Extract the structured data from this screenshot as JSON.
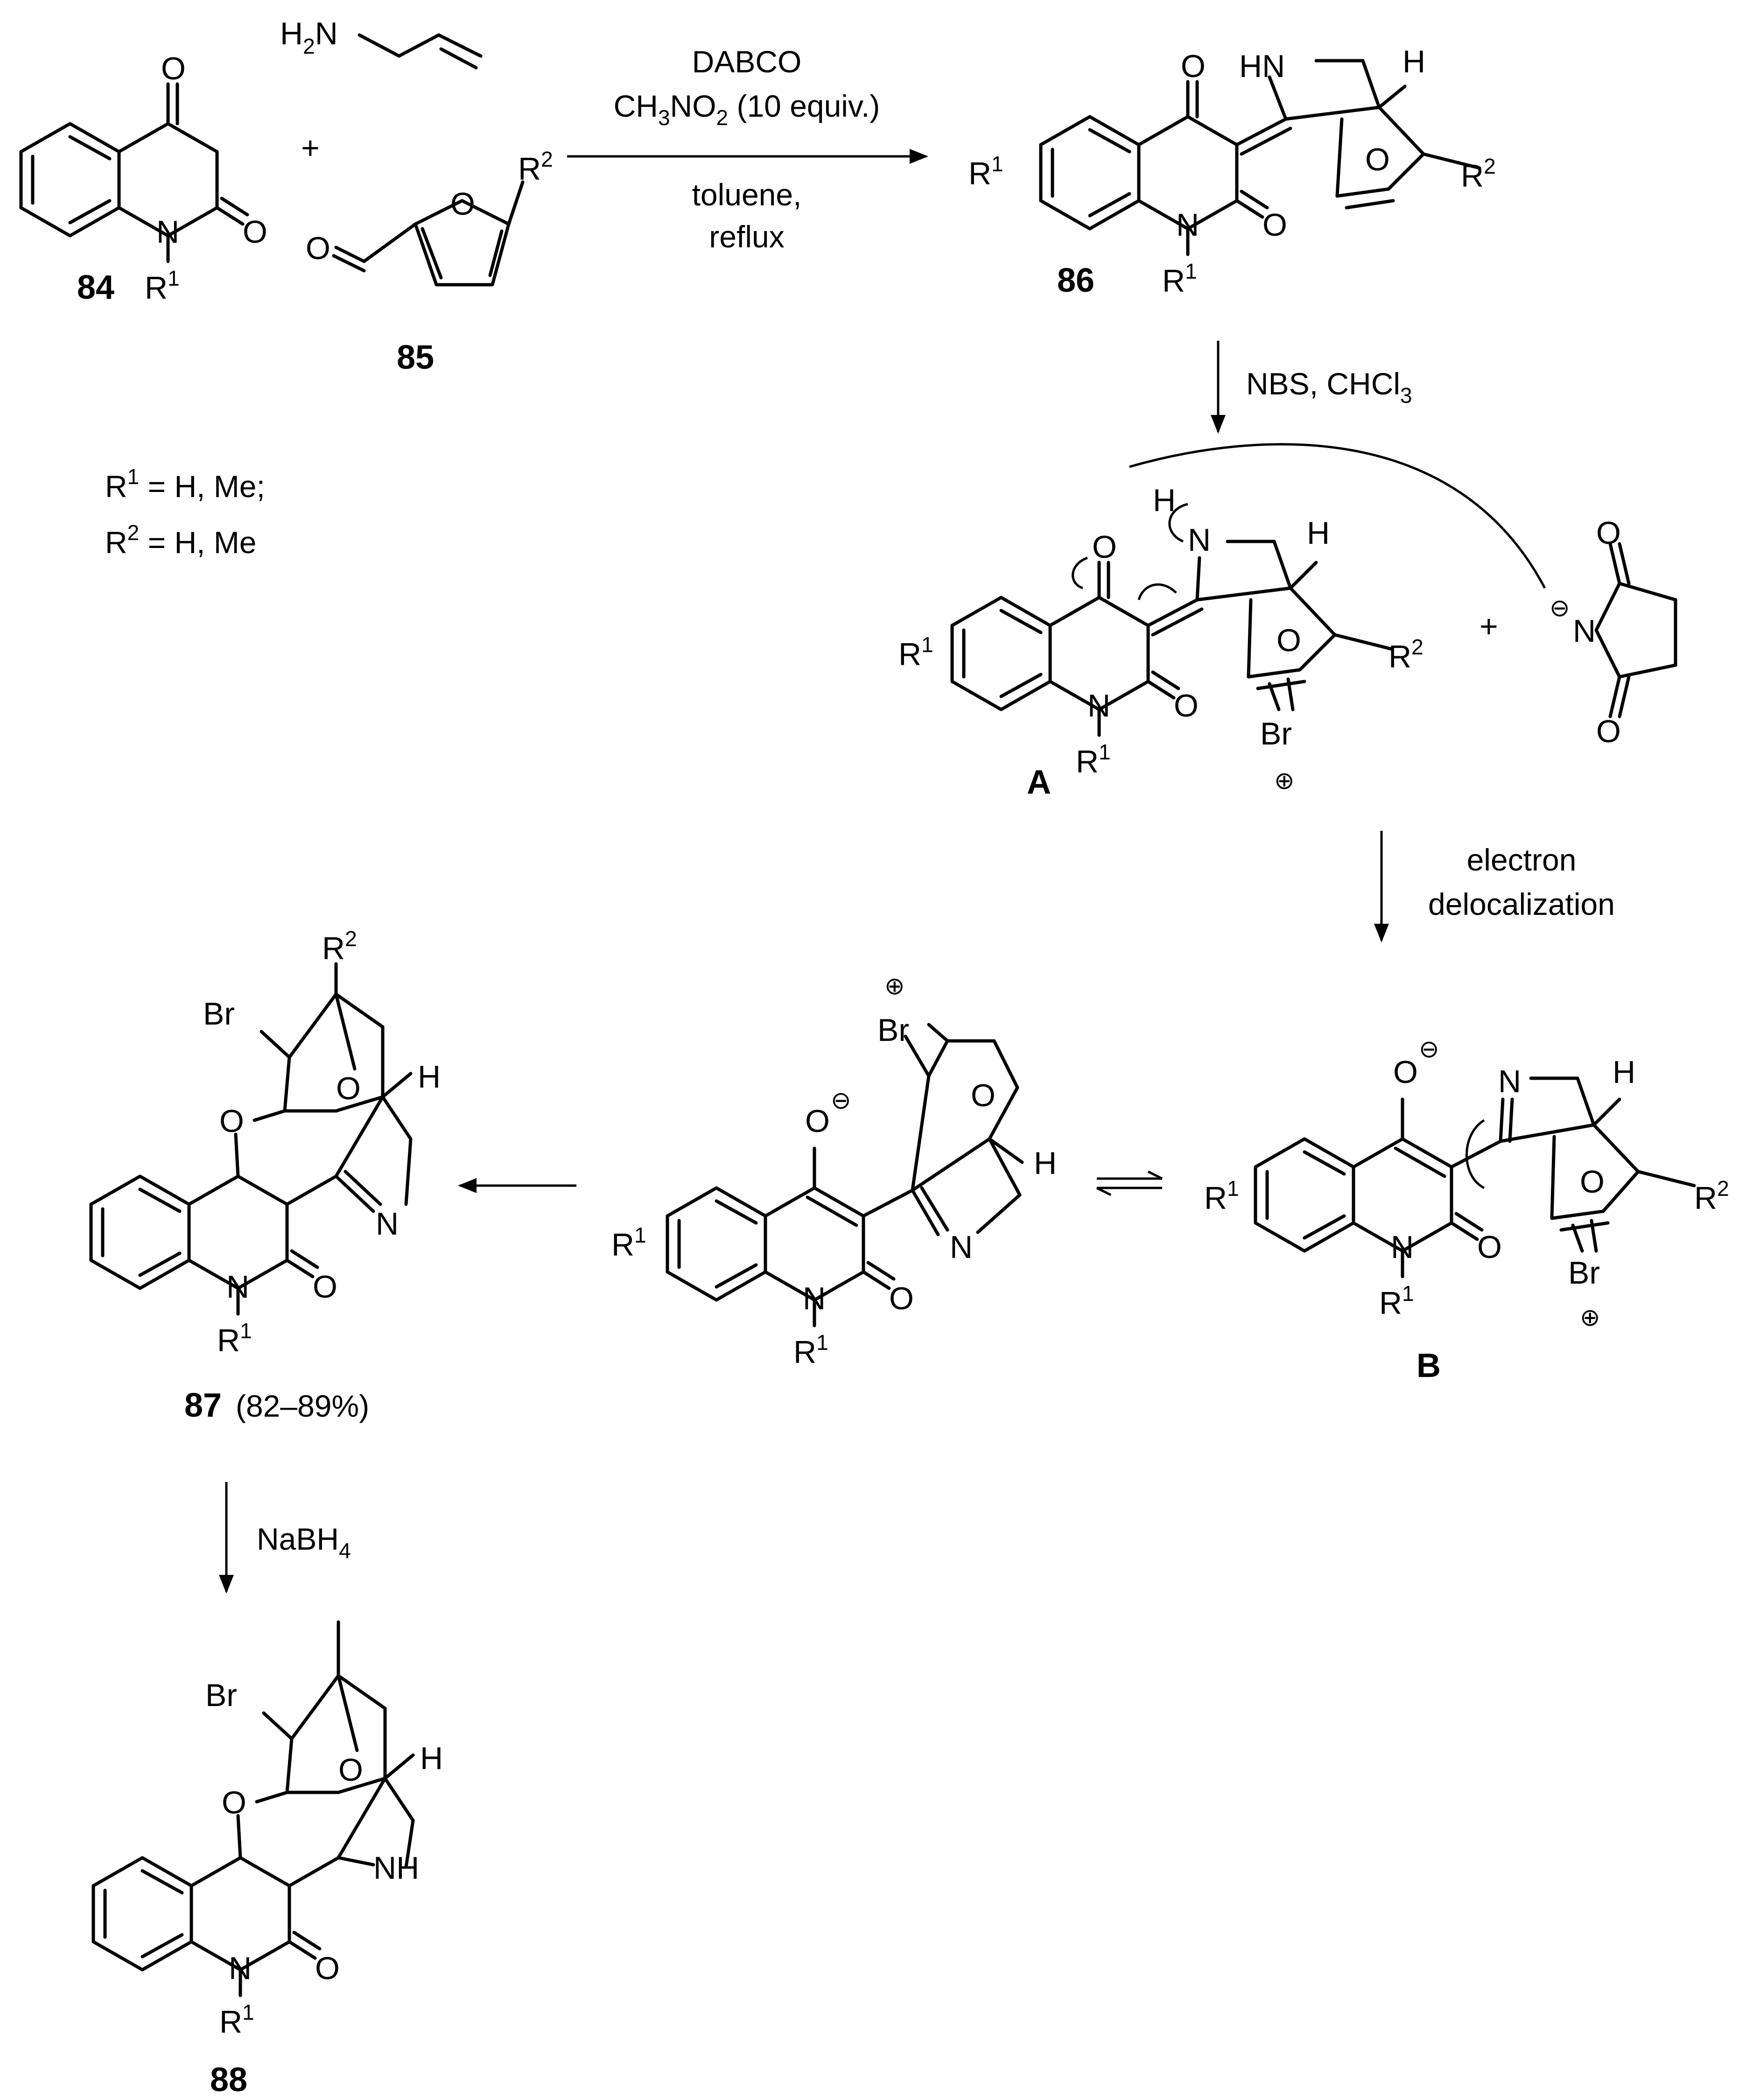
{
  "compounds": {
    "c84": "84",
    "c85": "85",
    "c86": "86",
    "cA": "A",
    "cB": "B",
    "c87": "87",
    "c87_yield": "(82–89%)",
    "c88": "88"
  },
  "conditions": {
    "step1_line1": "DABCO",
    "step1_line2": "CH3NO2 (10 equiv.)",
    "step1_line3": "toluene,",
    "step1_line4": "reflux",
    "step2": "NBS, CHCl3",
    "step3_line1": "electron",
    "step3_line2": "delocalization",
    "step5": "NaBH4"
  },
  "substituents": {
    "line1": "R1 = H, Me;",
    "line2": "R2 = H, Me"
  },
  "atoms": {
    "O": "O",
    "N": "N",
    "NH": "NH",
    "HN": "HN",
    "H": "H",
    "Br": "Br",
    "H2N": "H2N",
    "R1": "R1",
    "R2": "R2",
    "plus": "+"
  }
}
